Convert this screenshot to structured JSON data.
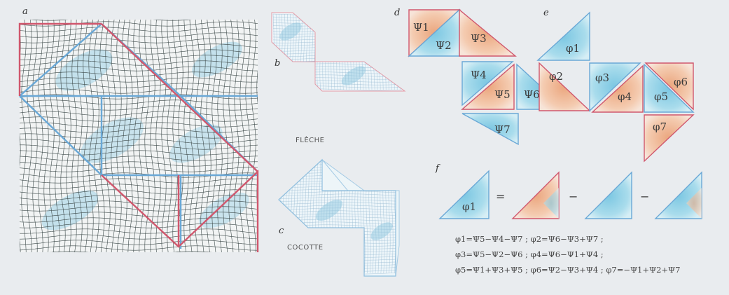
{
  "panels": {
    "a": "a",
    "b": "b",
    "c": "c",
    "d": "d",
    "e": "e",
    "f": "f"
  },
  "shape_titles": {
    "b": "FLÈCHE",
    "c": "COCOTTE"
  },
  "psi_labels": [
    "Ψ1",
    "Ψ2",
    "Ψ3",
    "Ψ4",
    "Ψ5",
    "Ψ6",
    "Ψ7"
  ],
  "phi_labels": [
    "φ1",
    "φ2",
    "φ3",
    "φ4",
    "φ5",
    "φ6",
    "φ7"
  ],
  "f_panel": {
    "main_label": "φ1",
    "operators": [
      "=",
      "−",
      "−"
    ]
  },
  "equations": [
    "φ1=Ψ5−Ψ4−Ψ7 ; φ2=Ψ6−Ψ3+Ψ7 ;",
    "φ3=Ψ5−Ψ2−Ψ6 ; φ4=Ψ6−Ψ1+Ψ4 ;",
    "φ5=Ψ1+Ψ3+Ψ5 ; φ6=Ψ2−Ψ3+Ψ4 ; φ7=−Ψ1+Ψ2+Ψ7"
  ],
  "colors": {
    "background": "#e9ecef",
    "blue_fill": "#8fd0e6",
    "orange_fill": "#f1b690",
    "mesh_dark": "#3d4a4a",
    "mesh_light": "#8fb4cf",
    "red_edge": "#d0576d",
    "blue_edge": "#6aa8d6"
  }
}
